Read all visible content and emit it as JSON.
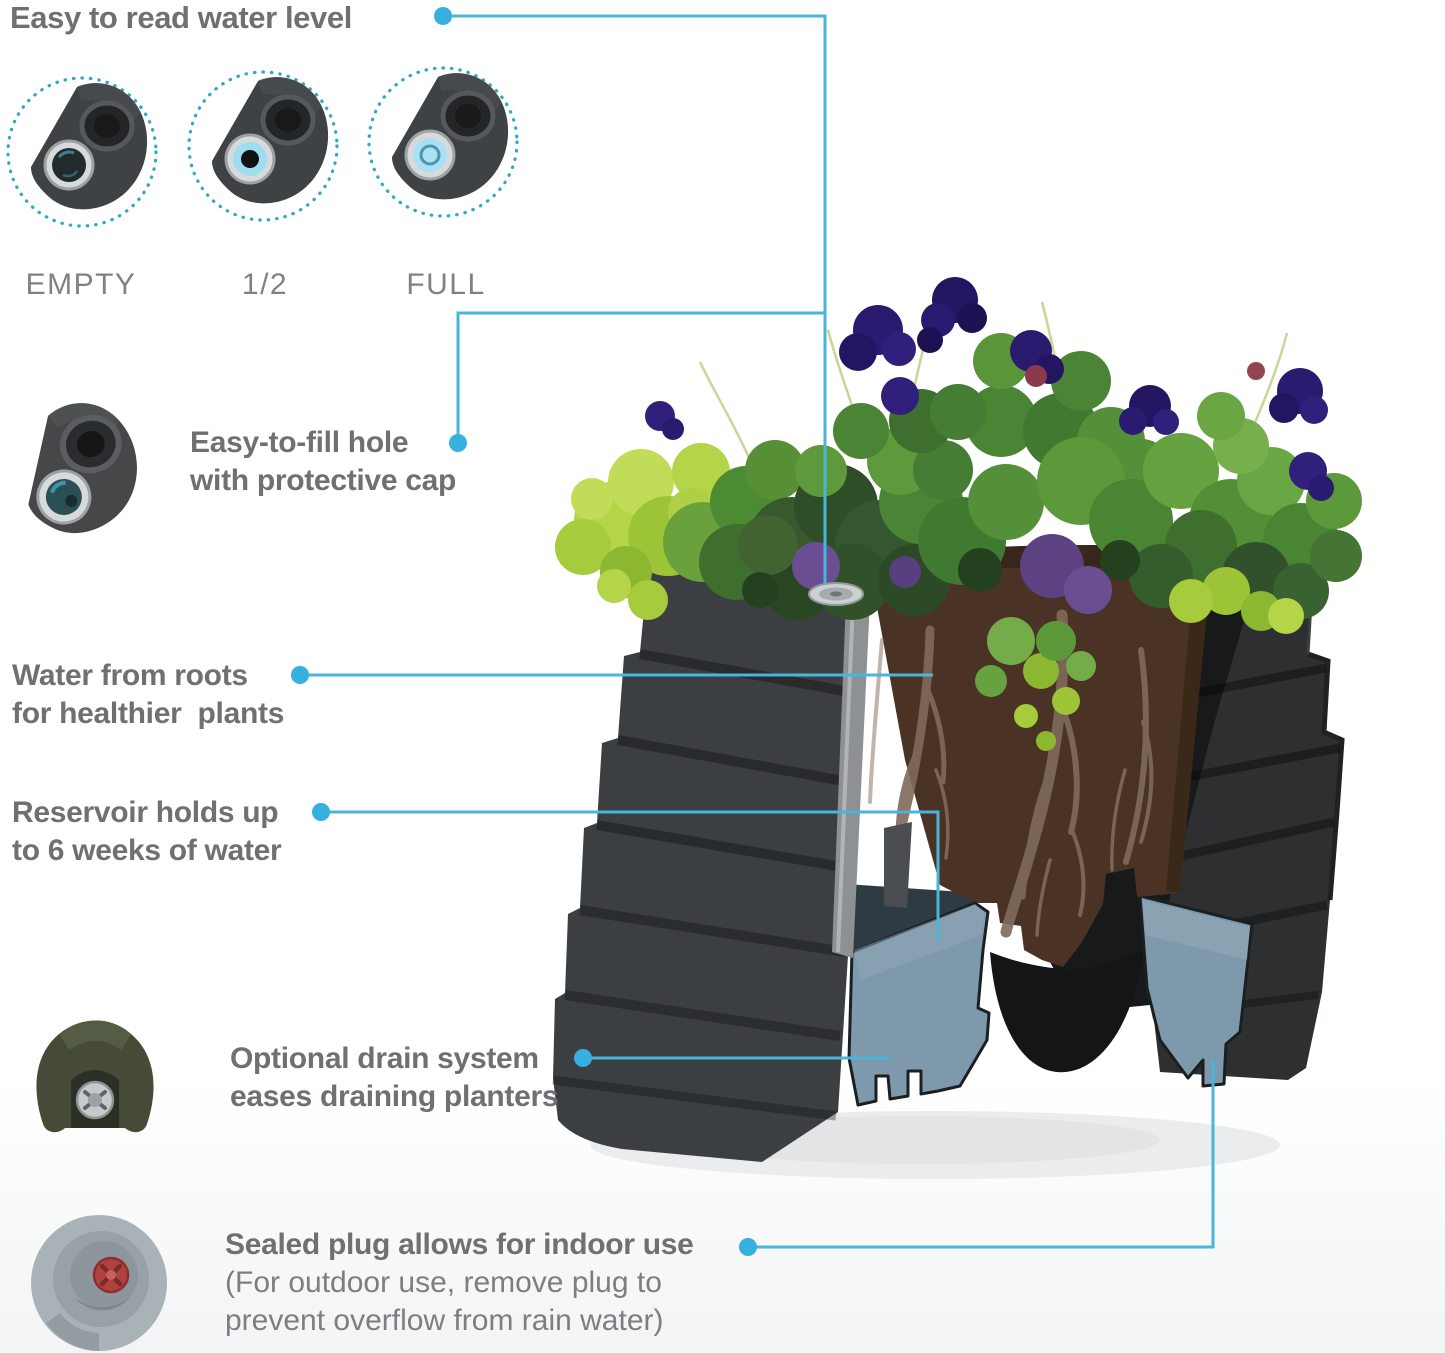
{
  "title": "Easy to read water level",
  "water_levels": [
    {
      "label": "EMPTY",
      "state": "empty"
    },
    {
      "label": "1/2",
      "state": "half"
    },
    {
      "label": "FULL",
      "state": "full"
    }
  ],
  "features": {
    "fill_hole": {
      "line1": "Easy-to-fill hole",
      "line2": "with protective cap"
    },
    "roots": {
      "line1": "Water from roots",
      "line2": "for healthier  plants"
    },
    "reservoir": {
      "line1": "Reservoir holds up",
      "line2": "to 6 weeks of water"
    },
    "drain": {
      "line1": "Optional drain system",
      "line2": "eases draining planters"
    },
    "plug": {
      "line1": "Sealed plug allows for indoor use",
      "line2": "(For outdoor use, remove plug to",
      "line3": "prevent overflow from rain water)"
    }
  },
  "colors": {
    "accent_line": "#49b5d9",
    "accent_dot": "#36b0de",
    "dotted_ring": "#2fa9c4",
    "heading_text": "#6e7072",
    "label_text": "#7f8184",
    "reservoir_blue": "#7e99ac",
    "soil_brown": "#4a3325",
    "shell_gray": "#3c3f42",
    "gauge_blue": "#9edcf2",
    "plug_red": "#b2423f"
  }
}
